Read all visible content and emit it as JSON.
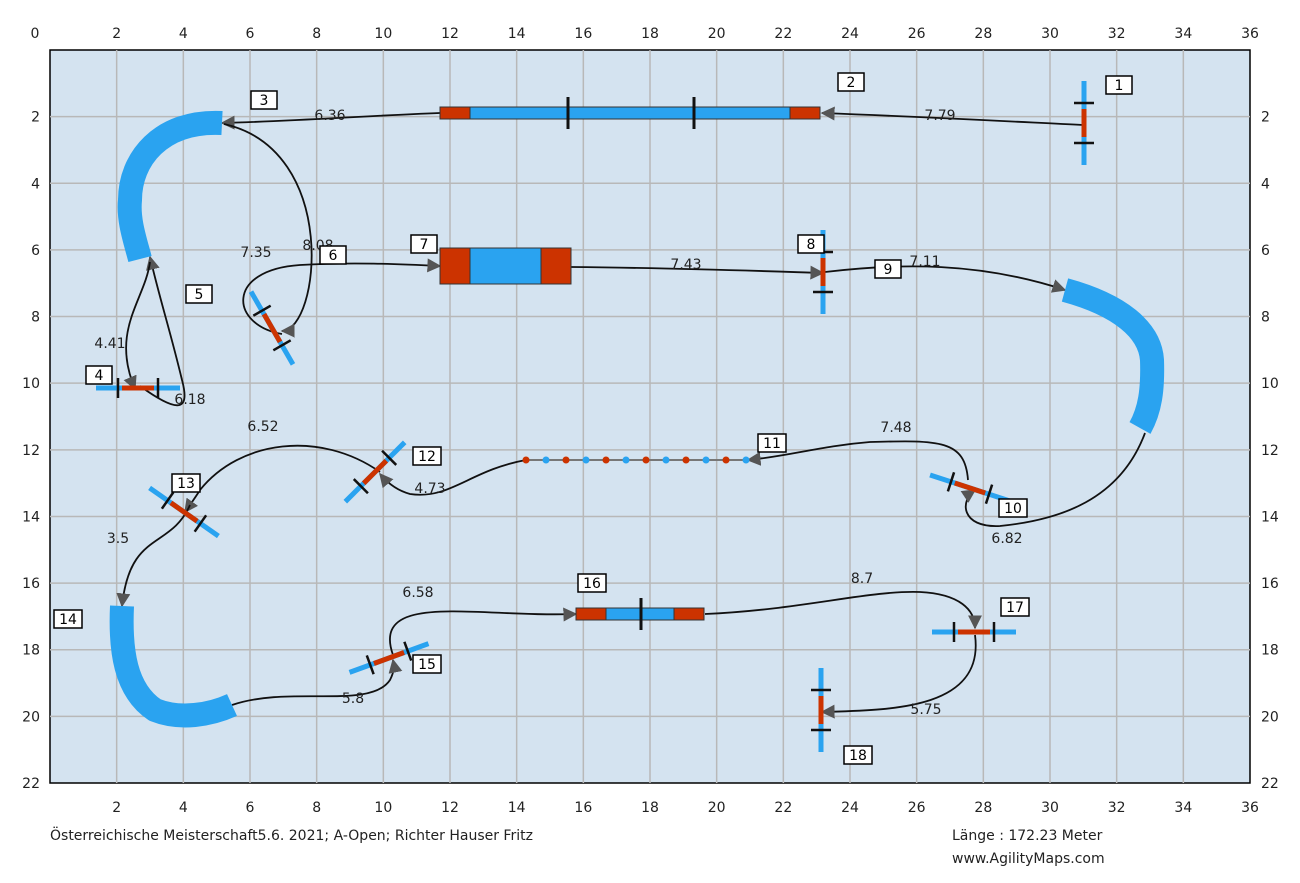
{
  "colors": {
    "field": "#d4e3f0",
    "grid": "#b8b8b8",
    "blue": "#2aa3f0",
    "red": "#cc3300",
    "path": "#111111"
  },
  "grid": {
    "x_max": 36,
    "y_max": 22,
    "x_ticks": [
      "0",
      "2",
      "4",
      "6",
      "8",
      "10",
      "12",
      "14",
      "16",
      "18",
      "20",
      "22",
      "24",
      "26",
      "28",
      "30",
      "32",
      "34",
      "36"
    ],
    "y_ticks": [
      "2",
      "4",
      "6",
      "8",
      "10",
      "12",
      "14",
      "16",
      "18",
      "20",
      "22"
    ]
  },
  "distances": [
    "6.36",
    "7.79",
    "7.35",
    "8.08",
    "7.43",
    "7.11",
    "4.41",
    "6.18",
    "6.52",
    "4.73",
    "7.48",
    "3.5",
    "6.82",
    "6.58",
    "8.7",
    "5.8",
    "5.75"
  ],
  "obstacle_numbers": [
    "1",
    "2",
    "3",
    "4",
    "5",
    "6",
    "7",
    "8",
    "9",
    "10",
    "11",
    "12",
    "13",
    "14",
    "15",
    "16",
    "17",
    "18"
  ],
  "footer": {
    "event": "Österreichische Meisterschaft5.6. 2021; A-Open; Richter Hauser Fritz",
    "length": "Länge : 172.23 Meter",
    "website": "www.AgilityMaps.com"
  }
}
